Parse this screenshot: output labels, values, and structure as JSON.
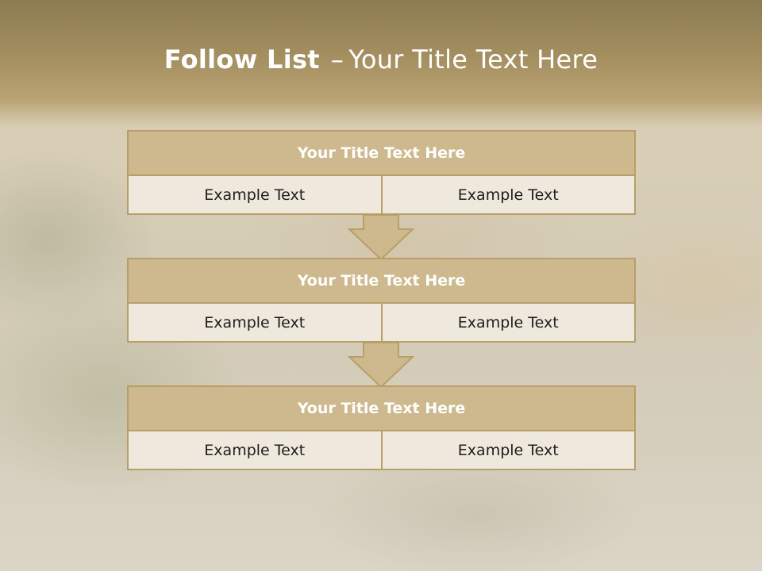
{
  "slide": {
    "title_bold": "Follow List",
    "title_separator": "–",
    "title_rest": "Your Title Text Here"
  },
  "blocks": [
    {
      "heading": "Your Title Text Here",
      "left": "Example Text",
      "right": "Example Text"
    },
    {
      "heading": "Your Title Text Here",
      "left": "Example Text",
      "right": "Example Text"
    },
    {
      "heading": "Your Title Text Here",
      "left": "Example Text",
      "right": "Example Text"
    }
  ],
  "colors": {
    "header_band": "#a48f60",
    "block_border": "#b89f68",
    "block_heading_fill": "#cdb98d",
    "cell_fill": "#efe8dc"
  }
}
